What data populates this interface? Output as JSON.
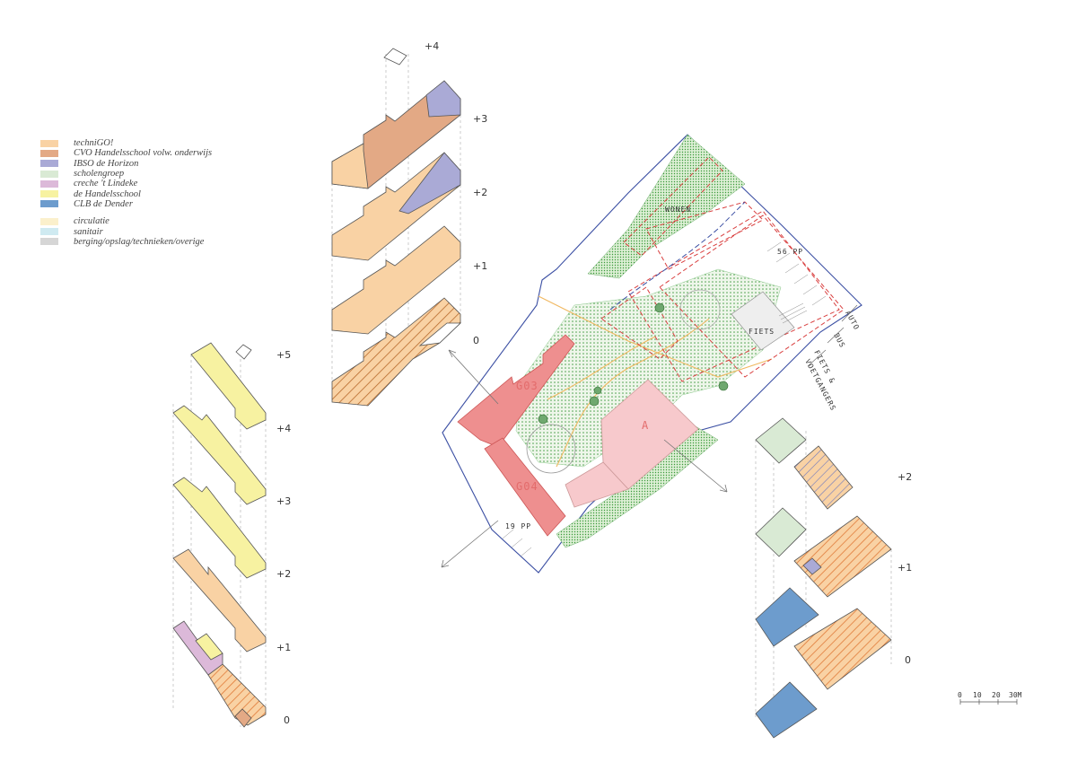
{
  "legend": {
    "items": [
      {
        "label": "techniGO!",
        "color": "#f9d2a4"
      },
      {
        "label": "CVO Handelsschool volw. onderwijs",
        "color": "#e3a985"
      },
      {
        "label": "IBSO de Horizon",
        "color": "#aaaad6"
      },
      {
        "label": "scholengroep",
        "color": "#d9ead4"
      },
      {
        "label": "creche 't Lindeke",
        "color": "#dcb9d9"
      },
      {
        "label": "de Handelsschool",
        "color": "#f7f2a1"
      },
      {
        "label": "CLB de Dender",
        "color": "#6d9ccd"
      }
    ],
    "items2": [
      {
        "label": "circulatie",
        "color": "#fbf0cc"
      },
      {
        "label": "sanitair",
        "color": "#cfeaf1"
      },
      {
        "label": "berging/opslag/technieken/overige",
        "color": "#d6d6d6"
      }
    ]
  },
  "levels": {
    "top": [
      "+4",
      "+3",
      "+2",
      "+1",
      "0"
    ],
    "left": [
      "+5",
      "+4",
      "+3",
      "+2",
      "+1",
      "0"
    ],
    "right": [
      "+2",
      "+1",
      "0"
    ]
  },
  "site": {
    "building_a": "A",
    "building_g03": "G03",
    "building_g04": "G04",
    "wonen": "WONEN",
    "parking_56": "56 PP",
    "parking_19": "19 PP",
    "fiets": "FIETS",
    "auto": "AUTO",
    "bus": "BUS",
    "fiets_voetgangers_1": "FIETS &",
    "fiets_voetgangers_2": "VOETGANGERS"
  },
  "scale": {
    "ticks": [
      "0",
      "10",
      "20",
      "30M"
    ]
  }
}
